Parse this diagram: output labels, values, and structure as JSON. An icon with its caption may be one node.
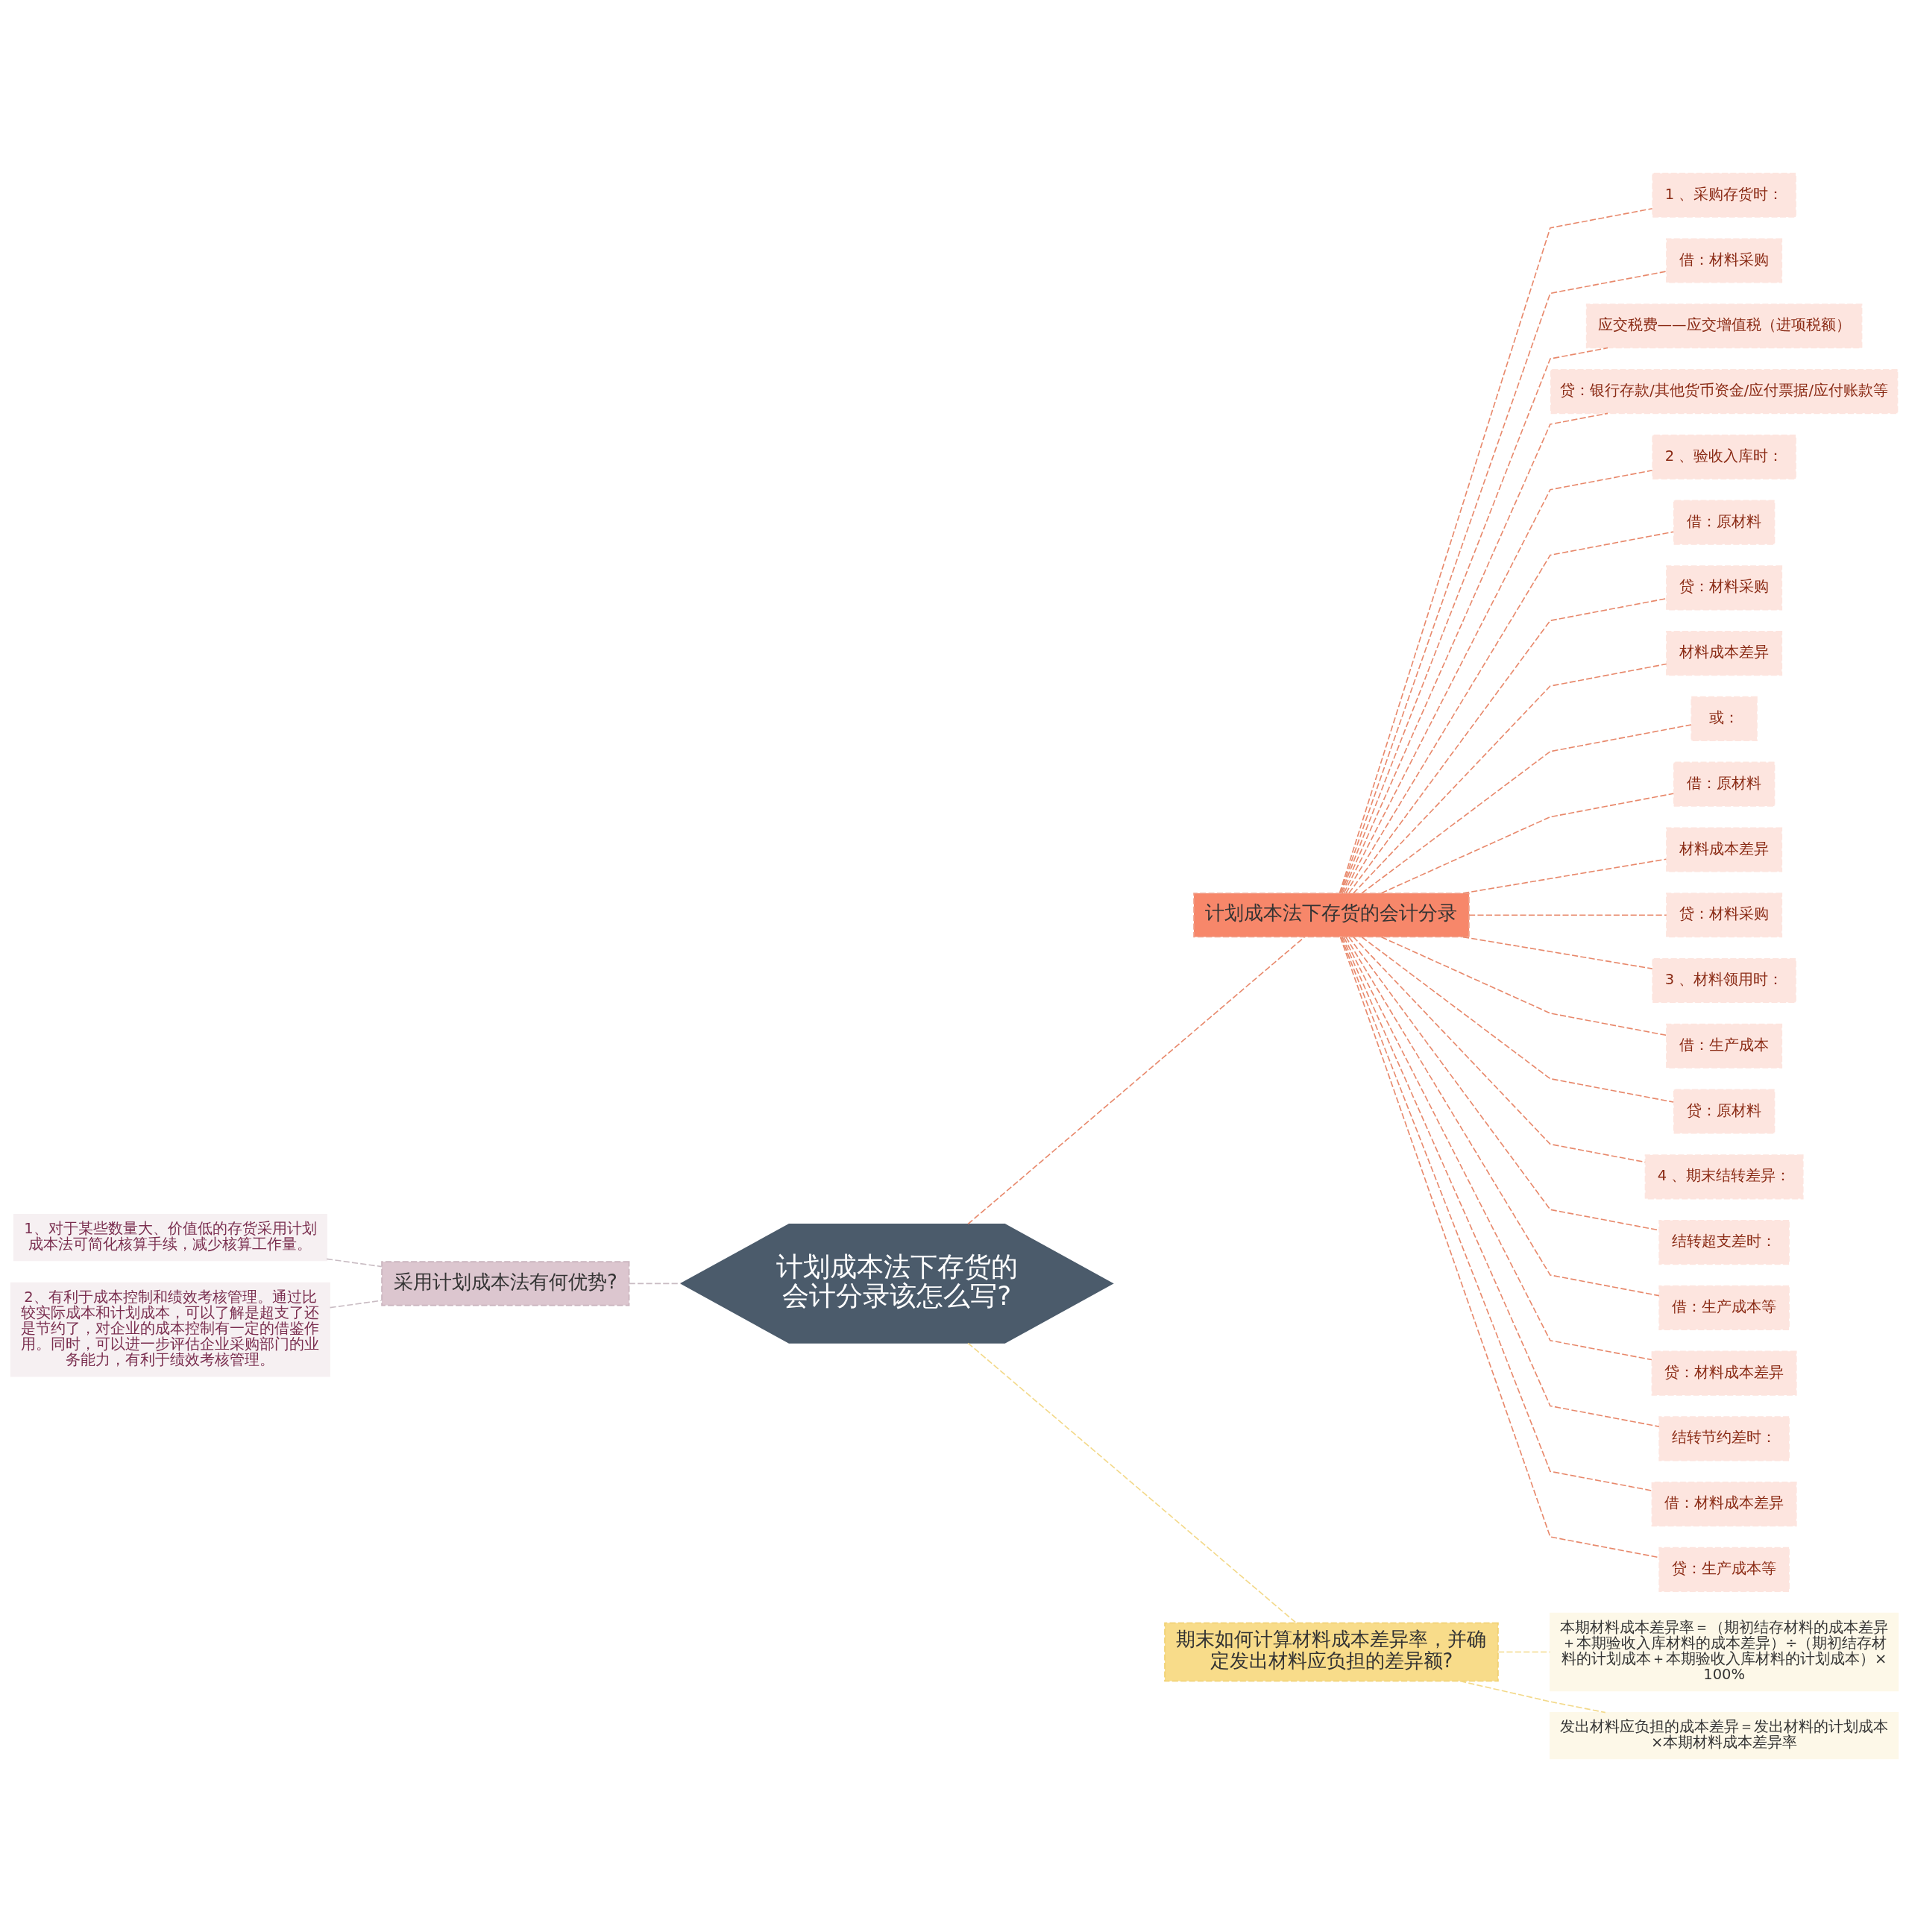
{
  "diagram": {
    "nodes": [
      {
        "text": [
          "计划成本法下存货的会计分录该怎么写?"
        ]
      },
      {
        "text": [
          "采用计划成本法有何优势?"
        ]
      },
      {
        "text": [
          "1、对于某些数量大、价值低的存货采用计划成本法可简化核算手续，减少核算工作量。"
        ]
      },
      {
        "text": [
          "2、有利于成本控制和绩效考核管理。通过比较实际成本和计划成本，可以了解是超支了还是节约了，对企业的成本控制有一定的借鉴作用。同时，可以进一步评估企业采购部门的业务能力，有利于绩效考核管理。"
        ]
      },
      {
        "text": [
          "计划成本法下存货的会计分录"
        ]
      },
      {
        "text": [
          "1 、采购存货时："
        ]
      },
      {
        "text": [
          "借：材料采购"
        ]
      },
      {
        "text": [
          "应交税费——应交增值税（进项税额）"
        ]
      },
      {
        "text": [
          "贷：银行存款/其他货币资金/应付票据/应付账款等"
        ]
      },
      {
        "text": [
          "2 、验收入库时："
        ]
      },
      {
        "text": [
          "借：原材料"
        ]
      },
      {
        "text": [
          "贷：材料采购"
        ]
      },
      {
        "text": [
          "材料成本差异"
        ]
      },
      {
        "text": [
          "或："
        ]
      },
      {
        "text": [
          "借：原材料"
        ]
      },
      {
        "text": [
          "材料成本差异"
        ]
      },
      {
        "text": [
          "贷：材料采购"
        ]
      },
      {
        "text": [
          "3 、材料领用时："
        ]
      },
      {
        "text": [
          "借：生产成本"
        ]
      },
      {
        "text": [
          "贷：原材料"
        ]
      },
      {
        "text": [
          "4 、期末结转差异："
        ]
      },
      {
        "text": [
          "结转超支差时："
        ]
      },
      {
        "text": [
          "借：生产成本等"
        ]
      },
      {
        "text": [
          "贷：材料成本差异"
        ]
      },
      {
        "text": [
          "结转节约差时："
        ]
      },
      {
        "text": [
          "借：材料成本差异"
        ]
      },
      {
        "text": [
          "贷：生产成本等"
        ]
      },
      {
        "text": [
          "期末如何计算材料成本差异率，并确定发出材料应负担的差异额?"
        ]
      },
      {
        "text": [
          "本期材料成本差异率＝（期初结存材料的成本差异＋本期验收入库材料的成本差异）÷（期初结存材料的计划成本＋本期验收入库材料的计划成本）×100%"
        ]
      },
      {
        "text": [
          "发出材料应负担的成本差异＝发出材料的计划成本×本期材料成本差异率"
        ]
      }
    ],
    "edges": [
      {
        "from": 0,
        "to": 1,
        "arrow": "none",
        "style": "dashed",
        "color": "#c9bcc3"
      },
      {
        "from": 1,
        "to": 2,
        "arrow": "none",
        "style": "dashed",
        "color": "#c9bcc3"
      },
      {
        "from": 1,
        "to": 3,
        "arrow": "none",
        "style": "dashed",
        "color": "#c9bcc3"
      },
      {
        "from": 0,
        "to": 4,
        "arrow": "none",
        "style": "dashed"
      },
      {
        "from": 4,
        "to": 5,
        "arrow": "none",
        "style": "dashed"
      },
      {
        "from": 4,
        "to": 6,
        "arrow": "none",
        "style": "dashed"
      },
      {
        "from": 4,
        "to": 7,
        "arrow": "none",
        "style": "dashed"
      },
      {
        "from": 4,
        "to": 8,
        "arrow": "none",
        "style": "dashed"
      },
      {
        "from": 4,
        "to": 9,
        "arrow": "none",
        "style": "dashed"
      },
      {
        "from": 4,
        "to": 10,
        "arrow": "none",
        "style": "dashed"
      },
      {
        "from": 4,
        "to": 11,
        "arrow": "none",
        "style": "dashed"
      },
      {
        "from": 4,
        "to": 12,
        "arrow": "none",
        "style": "dashed"
      },
      {
        "from": 4,
        "to": 13,
        "arrow": "none",
        "style": "dashed"
      },
      {
        "from": 4,
        "to": 14,
        "arrow": "none",
        "style": "dashed"
      },
      {
        "from": 4,
        "to": 15,
        "arrow": "none",
        "style": "dashed"
      },
      {
        "from": 4,
        "to": 16,
        "arrow": "none",
        "style": "dashed"
      },
      {
        "from": 4,
        "to": 17,
        "arrow": "none",
        "style": "dashed"
      },
      {
        "from": 4,
        "to": 18,
        "arrow": "none",
        "style": "dashed"
      },
      {
        "from": 4,
        "to": 19,
        "arrow": "none",
        "style": "dashed"
      },
      {
        "from": 4,
        "to": 20,
        "arrow": "none",
        "style": "dashed"
      },
      {
        "from": 4,
        "to": 21,
        "arrow": "none",
        "style": "dashed"
      },
      {
        "from": 4,
        "to": 22,
        "arrow": "none",
        "style": "dashed"
      },
      {
        "from": 4,
        "to": 23,
        "arrow": "none",
        "style": "dashed"
      },
      {
        "from": 4,
        "to": 24,
        "arrow": "none",
        "style": "dashed"
      },
      {
        "from": 4,
        "to": 25,
        "arrow": "none",
        "style": "dashed"
      },
      {
        "from": 4,
        "to": 26,
        "arrow": "none",
        "style": "dashed"
      },
      {
        "from": 0,
        "to": 27,
        "arrow": "none",
        "style": "dashed",
        "color": "#f3d98a"
      },
      {
        "from": 27,
        "to": 28,
        "arrow": "none",
        "style": "dashed",
        "color": "#f3d98a"
      },
      {
        "from": 27,
        "to": 29,
        "arrow": "none",
        "style": "dashed",
        "color": "#f3d98a"
      }
    ]
  }
}
